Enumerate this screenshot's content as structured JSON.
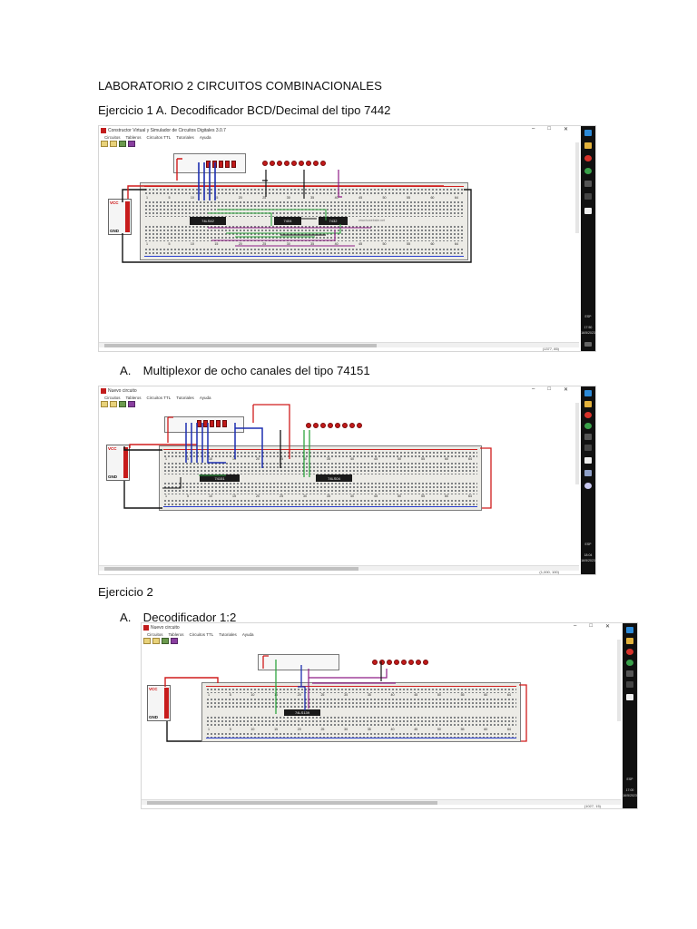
{
  "document": {
    "title": "LABORATORIO 2 CIRCUITOS COMBINACIONALES",
    "exercise1_heading": "Ejercicio 1 A. Decodificador BCD/Decimal del tipo 7442",
    "exercise1_item_b_label": "A.",
    "exercise1_item_b_text": "Multiplexor de ocho canales del tipo 74151",
    "exercise2_heading": "Ejercicio 2",
    "exercise2_item_a_label": "A.",
    "exercise2_item_a_text": "Decodificador 1:2"
  },
  "screenshot1": {
    "window_title": "Constructor Virtual y Simulador de Circuitos Digitales 3.0.7",
    "menu": [
      "Circuitos",
      "Tableros",
      "Circuitos TTL",
      "Tutoriales",
      "Ayuda"
    ],
    "window_controls": [
      "–",
      "□",
      "✕"
    ],
    "chips": [
      "74LS42",
      "7404",
      "7432"
    ],
    "pwr_vcc": "VCC",
    "pwr_gnd": "GND",
    "coords": "(1377, 85)",
    "clock_time": "17:50",
    "clock_date": "16/5/2023",
    "lang": "ESP",
    "col_numbers": [
      "1",
      "5",
      "10",
      "15",
      "20",
      "25",
      "30",
      "35",
      "40",
      "45",
      "50",
      "55",
      "60",
      "64"
    ],
    "watermark": "www.tuwebsite.net"
  },
  "screenshot2": {
    "window_title": "Nuevo circuito",
    "menu": [
      "Circuitos",
      "Tableros",
      "Circuitos TTL",
      "Tutoriales",
      "Ayuda"
    ],
    "window_controls": [
      "–",
      "□",
      "✕"
    ],
    "chips": [
      "74151",
      "74LS04"
    ],
    "pwr_vcc": "VCC",
    "pwr_gnd": "GND",
    "coords": "(1,000, 100)",
    "clock_time": "18:04",
    "clock_date": "16/5/2023",
    "lang": "ESP",
    "col_numbers": [
      "1",
      "5",
      "10",
      "15",
      "20",
      "25",
      "30",
      "35",
      "40",
      "45",
      "50",
      "55",
      "60",
      "64"
    ]
  },
  "screenshot3": {
    "window_title": "Nuevo circuito",
    "menu": [
      "Circuitos",
      "Tableros",
      "Circuitos TTL",
      "Tutoriales",
      "Ayuda"
    ],
    "window_controls": [
      "–",
      "□",
      "✕"
    ],
    "chips": [
      "74LS139"
    ],
    "pwr_vcc": "VCC",
    "pwr_gnd": "GND",
    "coords": "(1027, 15)",
    "clock_time": "17:00",
    "clock_date": "16/5/2023",
    "lang": "ESP",
    "col_numbers": [
      "1",
      "5",
      "10",
      "15",
      "20",
      "25",
      "30",
      "35",
      "40",
      "45",
      "50",
      "55",
      "60",
      "64"
    ]
  },
  "colors": {
    "wire_red": "#d01c1c",
    "wire_blue": "#1d2fb0",
    "wire_green": "#2fa640",
    "wire_purple": "#8e1c86",
    "wire_black": "#141414"
  }
}
